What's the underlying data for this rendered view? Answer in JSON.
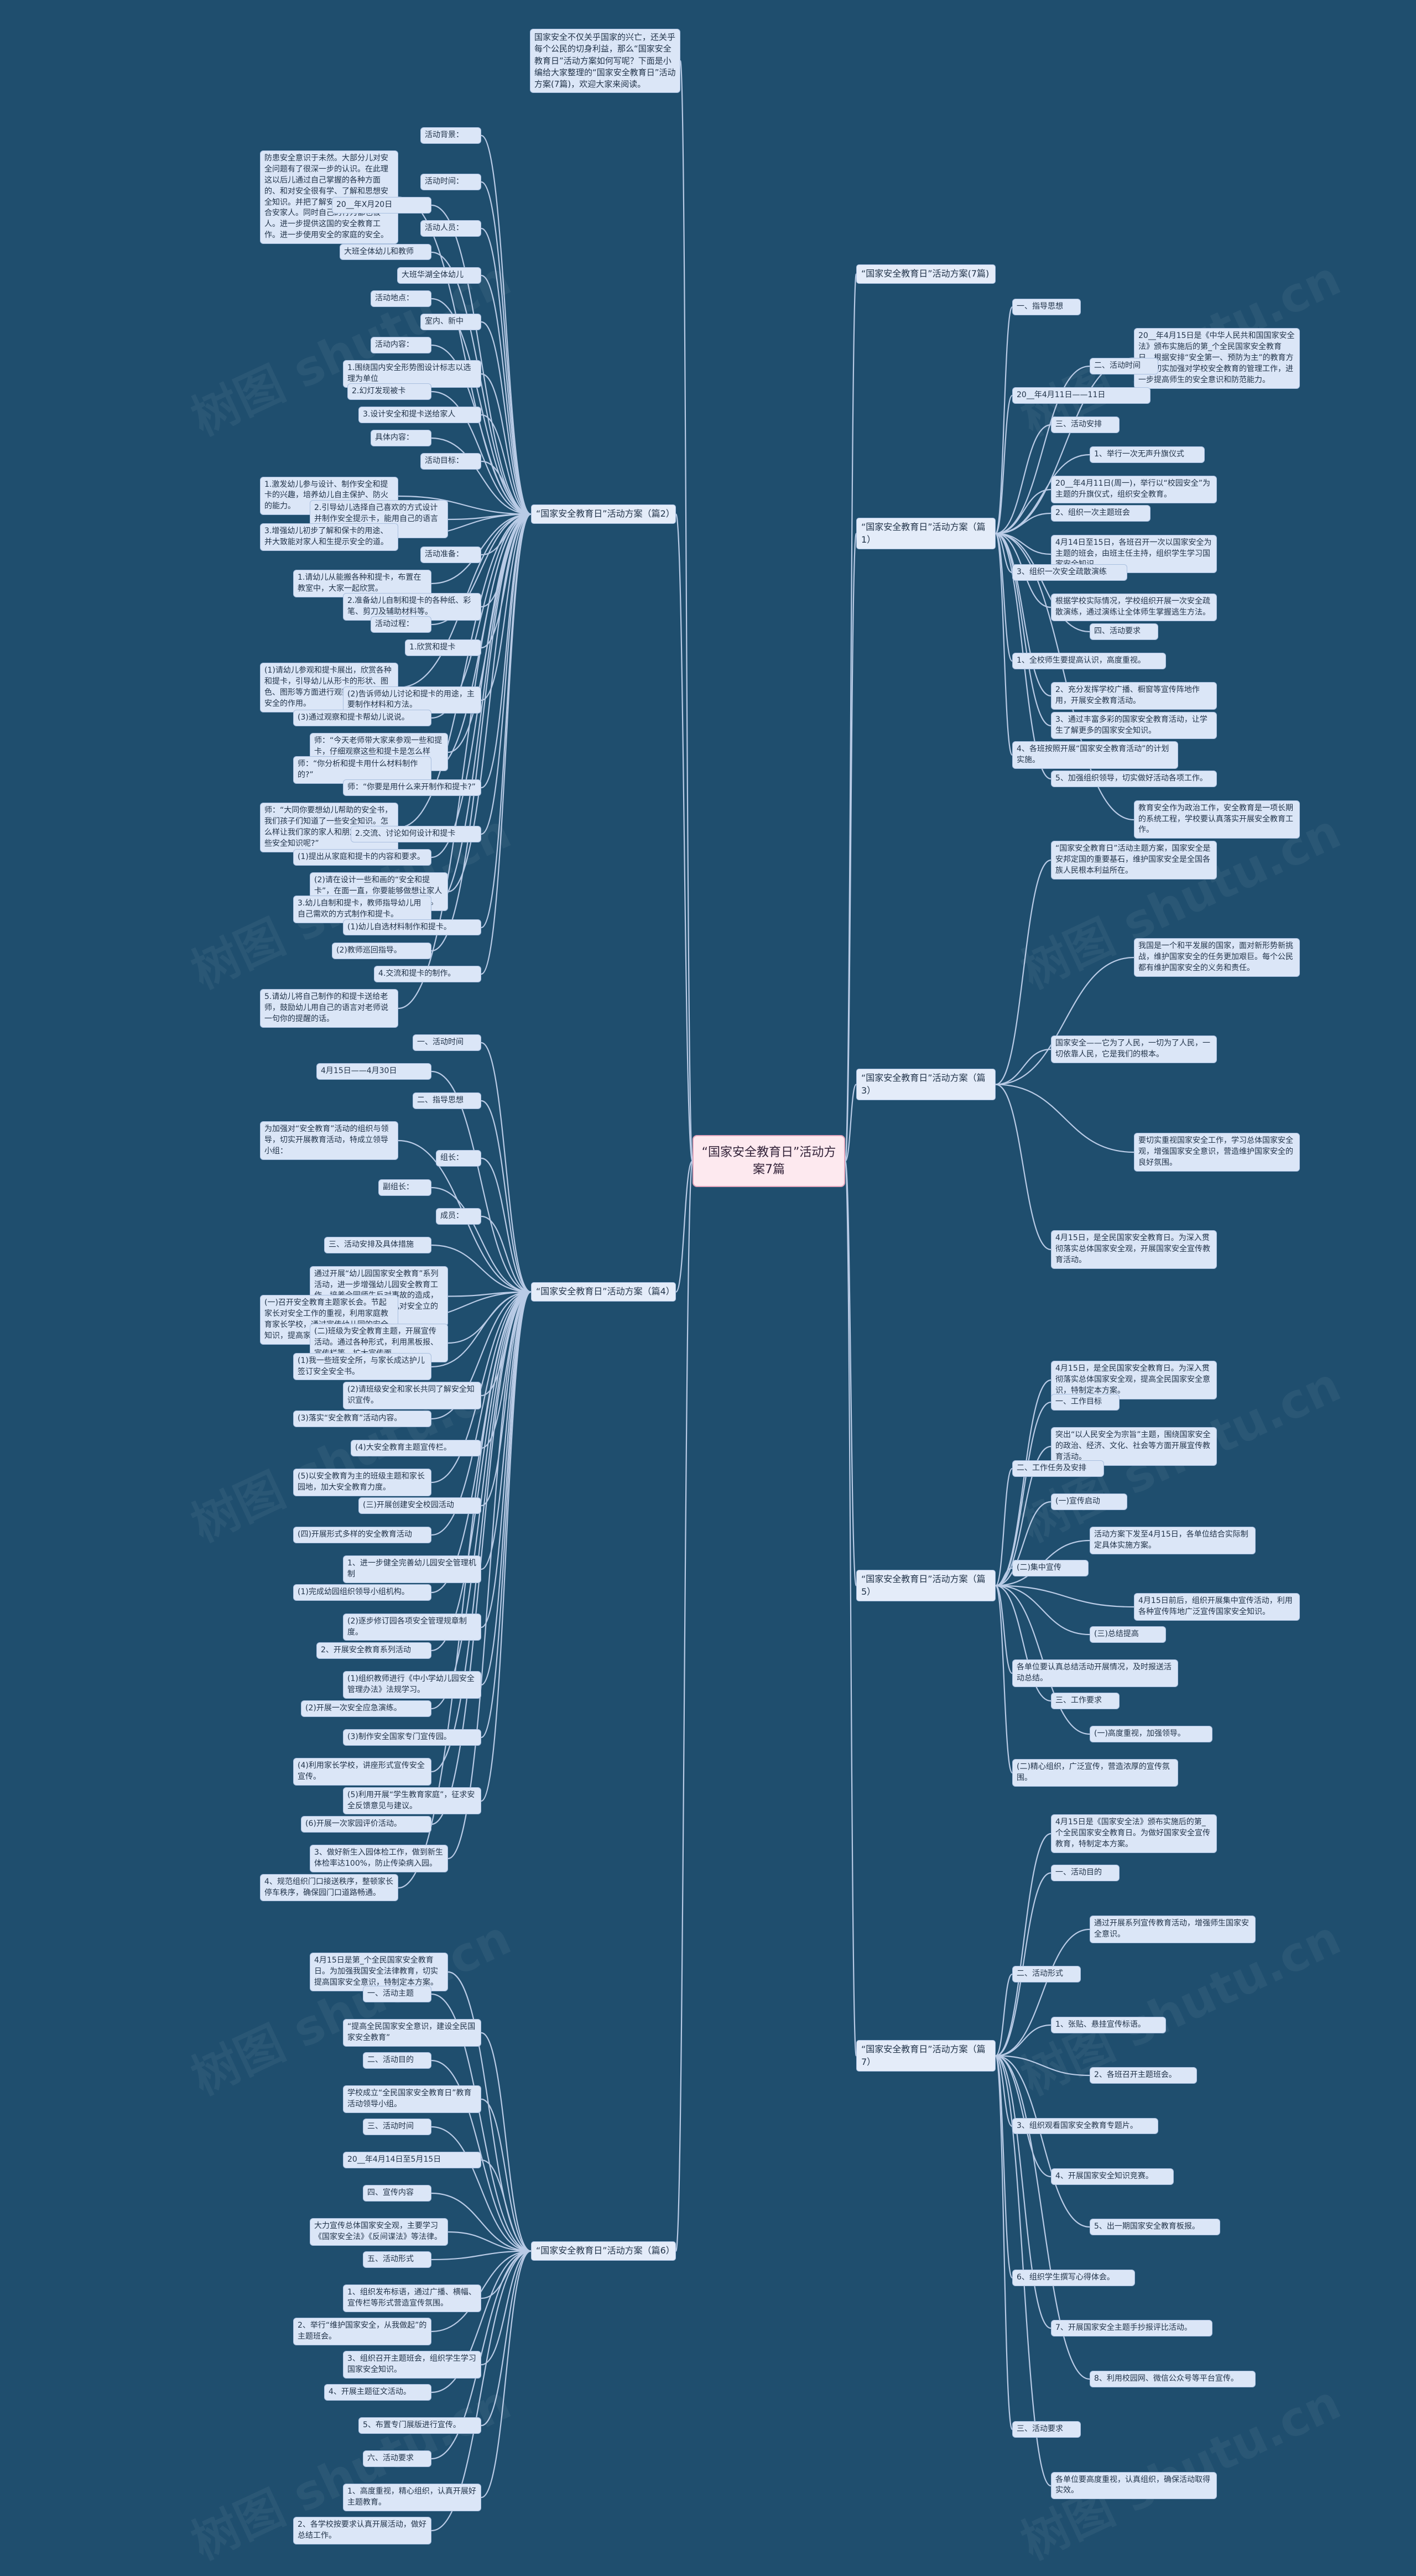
{
  "root": "“国家安全教育日”活动方案7篇",
  "intro": "国家安全不仅关乎国家的兴亡，还关乎每个公民的切身利益，那么“国家安全教育日”活动方案如何写呢？下面是小编给大家整理的“国家安全教育日”活动方案(7篇)，欢迎大家来阅读。",
  "watermark": "树图 shutu.cn",
  "sections": {
    "p2": {
      "title": "“国家安全教育日”活动方案（篇2）",
      "items": [
        "活动背景：",
        "防患安全意识于未然。大部分儿对安全问题有了很深一步的认识。在此理这以后儿通过自己掌握的各种方面的、和对安全很有学、了解和思想安全知识。并把了解安全相应市场达定合安家人。同时自己的行为都也被人。进一步提供这国的安全教育工作。进一步使用安全的家庭的安全。",
        "活动时间：",
        "20__年X月20日",
        "活动人员：",
        "大班全体幼儿和教师",
        "大班华湖全体幼儿",
        "活动地点：",
        "室内、新中",
        "活动内容：",
        "1.围绕国内安全形势图设计标志以选理为单位",
        "2.幻灯发现被卡",
        "3.设计安全和提卡送给家人",
        "具体内容：",
        "活动目标：",
        "1.激发幼儿参与设计、制作安全和提卡的兴趣，培养幼儿自主保护、防火的能力。",
        "2.引导幼儿选择自己喜欢的方式设计并制作安全提示卡，能用自己的语言向老师表达自己的想法。",
        "3.增强幼儿初步了解和保卡的用途、并大致能对家人和生提示安全的道。",
        "活动准备：",
        "1.请幼儿从能搬各种和提卡，布置在教室中，大家一起欣赏。",
        "2.准备幼儿自制和提卡的各种纸、彩笔、剪刀及辅助材料等。",
        "活动过程：",
        "1.欣赏和提卡",
        "(1)请幼儿参观和提卡展出，欣赏各种和提卡，引导幼儿从形卡的形状、图色、图形等方面进行观察比较。讲讲安全的作用。",
        "(2)告诉师幼儿讨论和提卡的用途，主要制作材料和方法。",
        "(3)通过观察和提卡帮幼儿说说。",
        "师：“今天老师带大家来参观一些和提卡，仔细观察这些和提卡是怎么样的?”",
        "师：“你分析和提卡用什么材料制作的?”",
        "师：“你要是用什么来开制作和提卡?”",
        "师：“大同你要想幼儿帮助的安全书，我们孩子们知道了一些安全知识。怎么样让我们家的家人和朋友也知道这些安全知识呢?”",
        "2.交流、讨论如何设计和提卡",
        "(1)提出从家庭和提卡的内容和要求。",
        "(2)请在设计一些和画的“安全和提卡”，在面一直，你要能够做想让家人就的安全后的自己，思好了带回家。",
        "3.幼儿自制和提卡，教师指导幼儿用自己需欢的方式制作和提卡。",
        "(1)幼儿自选材料制作和提卡。",
        "(2)教师巡回指导。",
        "4.交流和提卡的制作。",
        "5.请幼儿将自己制作的和提卡送给老师，鼓励幼儿用自己的语言对老师说一句你的提醒的话。"
      ]
    },
    "p4": {
      "title": "“国家安全教育日”活动方案（篇4）",
      "items": [
        "一、活动时间",
        "4月15日——4月30日",
        "二、指导思想",
        "为加强对“安全教育”活动的组织与领导，切实开展教育活动，特成立领导小组：",
        "组长：",
        "副组长：",
        "成员：",
        "三、活动安排及具体措施",
        "通过开展“幼儿园国家安全教育”系列活动，进一步增强幼儿园安全教育工作，培养全园师生反对事故的造成，强化国家意识，提高幼儿对安全立的危险性认识。",
        "(一)召开安全教育主题家长会。节起家长对安全工作的重视，利用家庭教育家长学校，通过宣传幼儿园的安全知识，提高家长安全意识。",
        "(二)班级为安全教育主题，开展宣传活动。通过各种形式，利用黑板报、宣传栏等，扩大宣传面。",
        "(1)我一些班安全所，与家长成达护儿签订安全安全书。",
        "(2)请班级安全和家长共同了解安全知识宣传。",
        "(3)落实“安全教育”活动内容。",
        "(4)大安全教育主题宣传栏。",
        "(5)以安全教育为主的班级主题和家长园地，加大安全教育力度。",
        "(三)开展创建安全校园活动",
        "(四)开展形式多样的安全教育活动",
        "1、进一步健全完善幼儿园安全管理机制",
        "(1)完成幼园组织领导小组机构。",
        "(2)逐步修订园各项安全管理规章制度。",
        "2、开展安全教育系列活动",
        "(1)组织教师进行《中小学幼儿园安全管理办法》法规学习。",
        "(2)开展一次安全应急演练。",
        "(3)制作安全国家专门宣传园。",
        "(4)利用家长学校，讲座形式宣传安全宣传。",
        "(5)利用开展“学生教育家庭”，征求安全反馈意见与建议。",
        "(6)开展一次家园评价活动。",
        "3、做好新生入园体检工作，做到新生体检率达100%，防止传染病入园。",
        "4、规范组织门口接送秩序，整顿家长停车秩序，确保园门口道路畅通。"
      ]
    },
    "p6": {
      "title": "“国家安全教育日”活动方案（篇6）",
      "items": [
        "4月15日是第_个全民国家安全教育日。为加强我国安全法律教育，切实提高国家安全意识，特制定本方案。",
        "一、活动主题",
        "“提高全民国家安全意识，建设全民国家安全教育”",
        "二、活动目的",
        "学校成立“全民国家安全教育日”教育活动领导小组。",
        "三、活动时间",
        "20__年4月14日至5月15日",
        "四、宣传内容",
        "大力宣传总体国家安全观，主要学习《国家安全法》《反间谍法》等法律。",
        "五、活动形式",
        "1、组织发布标语，通过广播、横幅、宣传栏等形式营造宣传氛围。",
        "2、举行“维护国家安全，从我做起”的主题班会。",
        "3、组织召开主题班会，组织学生学习国家安全知识。",
        "4、开展主题征文活动。",
        "5、布置专门展版进行宣传。",
        "六、活动要求",
        "1、高度重视，精心组织，认真开展好主题教育。",
        "2、各学校按要求认真开展活动，做好总结工作。"
      ]
    },
    "p7": {
      "title": "“国家安全教育日”活动方案(7篇)",
      "items": []
    },
    "p1": {
      "title": "“国家安全教育日”活动方案（篇1）",
      "items": [
        "一、指导思想",
        "20__年4月15日是《中华人民共和国国家安全法》颁布实施后的第_个全民国家安全教育日，根据安排“安全第一、预防为主”的教育方针，切实加强对学校安全教育的管理工作，进一步提高师生的安全意识和防范能力。",
        "二、活动时间",
        "20__年4月11日——11日",
        "三、活动安排",
        "1、举行一次无声升旗仪式",
        "20__年4月11日(周一)，举行以“校园安全”为主题的升旗仪式，组织安全教育。",
        "2、组织一次主题班会",
        "4月14日至15日，各班召开一次以国家安全为主题的班会，由班主任主持，组织学生学习国家安全知识。",
        "3、组织一次安全疏散演练",
        "根据学校实际情况，学校组织开展一次安全疏散演练，通过演练让全体师生掌握逃生方法。",
        "四、活动要求",
        "1、全校师生要提高认识，高度重视。",
        "2、充分发挥学校广播、橱窗等宣传阵地作用，开展安全教育活动。",
        "3、通过丰富多彩的国家安全教育活动，让学生了解更多的国家安全知识。",
        "4、各班按照开展“国家安全教育活动”的计划实施。",
        "5、加强组织领导，切实做好活动各项工作。",
        "教育安全作为政治工作，安全教育是一项长期的系统工程，学校要认真落实开展安全教育工作。"
      ]
    },
    "p3": {
      "title": "“国家安全教育日”活动方案（篇3）",
      "items": [
        "“国家安全教育日”活动主题方案，国家安全是安邦定国的重要基石，维护国家安全是全国各族人民根本利益所在。",
        "我国是一个和平发展的国家，面对新形势新挑战，维护国家安全的任务更加艰巨。每个公民都有维护国家安全的义务和责任。",
        "国家安全——它为了人民，一切为了人民，一切依靠人民，它是我们的根本。",
        "要切实重视国家安全工作，学习总体国家安全观，增强国家安全意识，营造维护国家安全的良好氛围。",
        "4月15日，是全民国家安全教育日。为深入贯彻落实总体国家安全观，开展国家安全宣传教育活动。"
      ]
    },
    "p5": {
      "title": "“国家安全教育日”活动方案（篇5）",
      "items": [
        "4月15日，是全民国家安全教育日。为深入贯彻落实总体国家安全观，提高全民国家安全意识，特制定本方案。",
        "一、工作目标",
        "突出“以人民安全为宗旨”主题，围绕国家安全的政治、经济、文化、社会等方面开展宣传教育活动。",
        "二、工作任务及安排",
        "(一)宣传启动",
        "活动方案下发至4月15日，各单位结合实际制定具体实施方案。",
        "(二)集中宣传",
        "4月15日前后，组织开展集中宣传活动，利用各种宣传阵地广泛宣传国家安全知识。",
        "(三)总结提高",
        "各单位要认真总结活动开展情况，及时报送活动总结。",
        "三、工作要求",
        "(一)高度重视，加强领导。",
        "(二)精心组织，广泛宣传，营造浓厚的宣传氛围。"
      ]
    },
    "p7b": {
      "title": "“国家安全教育日”活动方案（篇7）",
      "items": [
        "4月15日是《国家安全法》颁布实施后的第_个全民国家安全教育日。为做好国家安全宣传教育，特制定本方案。",
        "一、活动目的",
        "通过开展系列宣传教育活动，增强师生国家安全意识。",
        "二、活动形式",
        "1、张贴、悬挂宣传标语。",
        "2、各班召开主题班会。",
        "3、组织观看国家安全教育专题片。",
        "4、开展国家安全知识竞赛。",
        "5、出一期国家安全教育板报。",
        "6、组织学生撰写心得体会。",
        "7、开展国家安全主题手抄报评比活动。",
        "8、利用校园网、微信公众号等平台宣传。",
        "三、活动要求",
        "各单位要高度重视，认真组织，确保活动取得实效。"
      ]
    }
  }
}
